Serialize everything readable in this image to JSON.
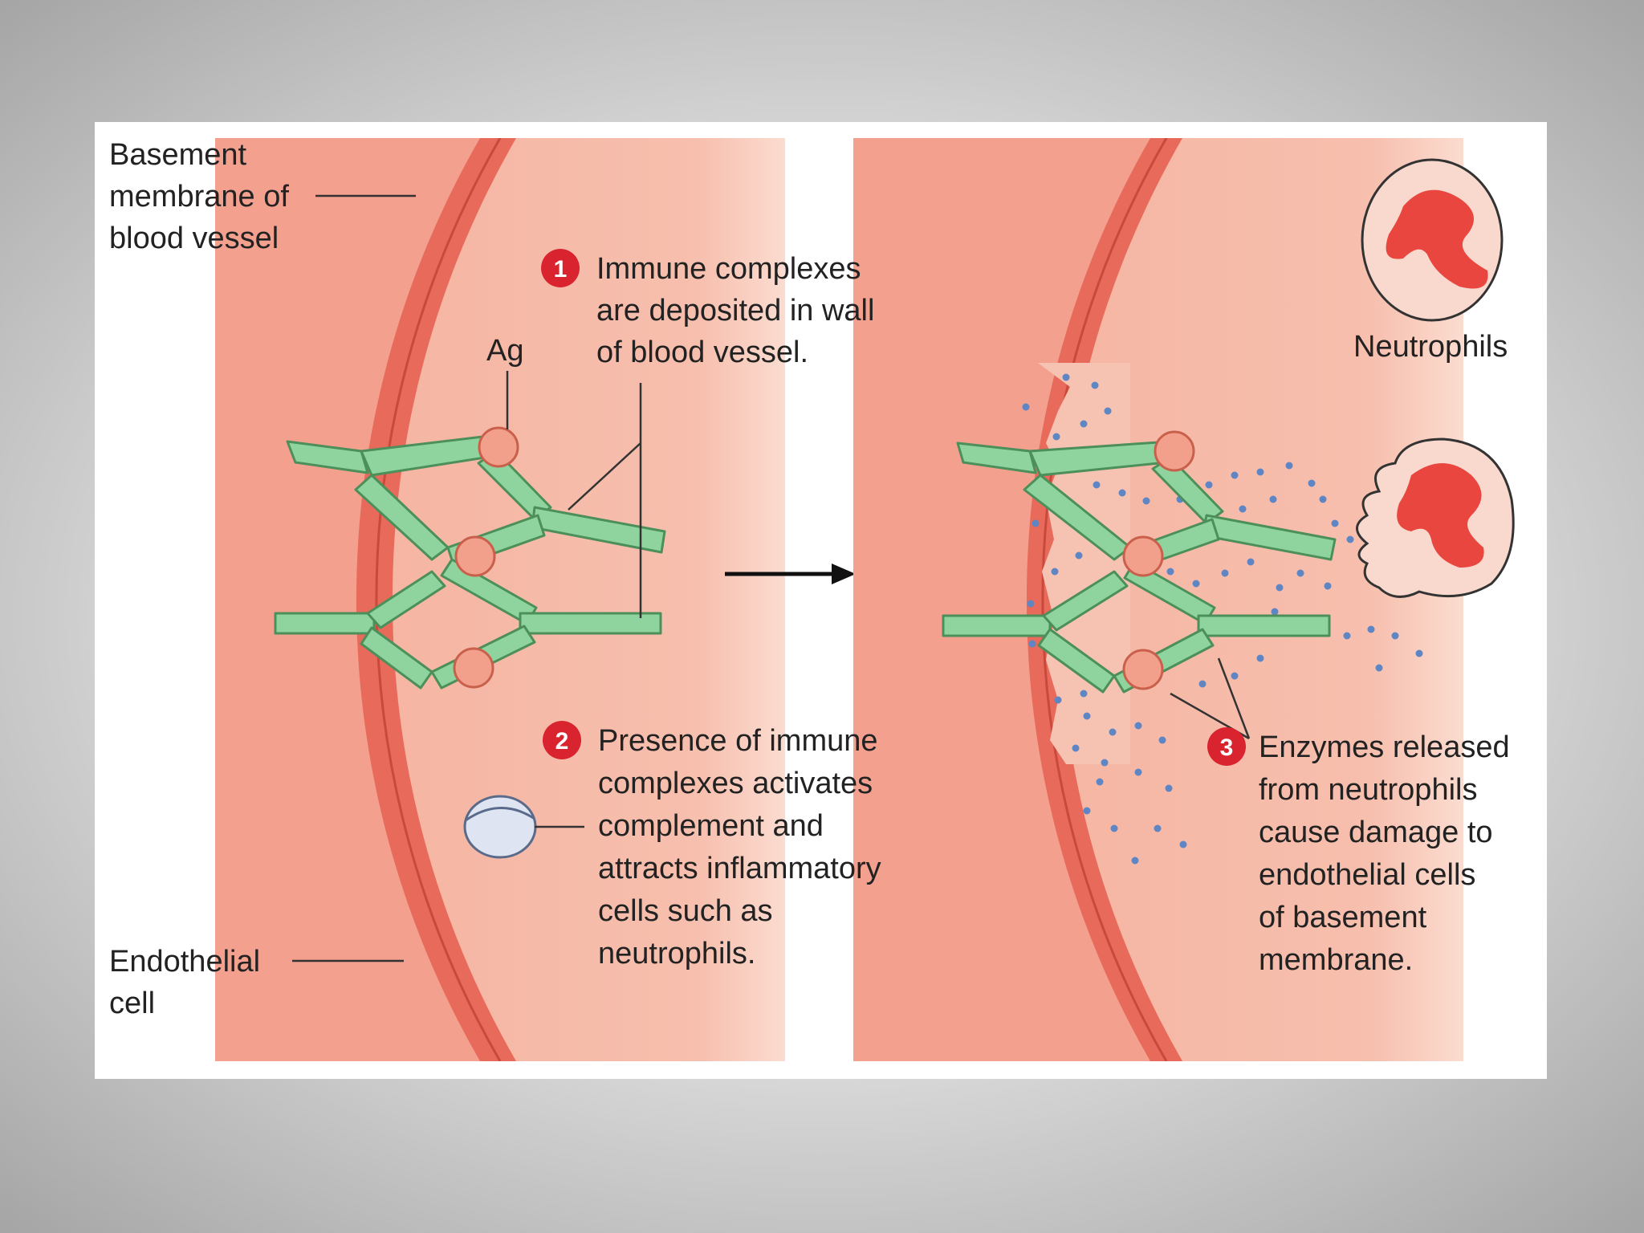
{
  "colors": {
    "lumen": "#f5b8a4",
    "lumen_light": "#f9d0c2",
    "wall": "#e86a5a",
    "wall_light": "#f4937f",
    "antibody": "#8fd49e",
    "antigen": "#f2a08c",
    "enzyme_dot": "#5f86c4",
    "marker": "#d9232f",
    "nucleus": "#e8463f"
  },
  "labels": {
    "basement_membrane": [
      "Basement",
      "membrane of",
      "blood vessel"
    ],
    "endothelial_cell": [
      "Endothelial",
      "cell"
    ],
    "antigen": "Ag",
    "neutrophils": "Neutrophils"
  },
  "steps": [
    {
      "number": "1",
      "lines": [
        "Immune complexes",
        "are deposited in wall",
        "of blood vessel."
      ]
    },
    {
      "number": "2",
      "lines": [
        "Presence of immune",
        "complexes activates",
        "complement and",
        "attracts inflammatory",
        "cells such as",
        "neutrophils."
      ]
    },
    {
      "number": "3",
      "lines": [
        "Enzymes released",
        "from neutrophils",
        "cause damage to",
        "endothelial cells",
        "of basement",
        "membrane."
      ]
    }
  ]
}
